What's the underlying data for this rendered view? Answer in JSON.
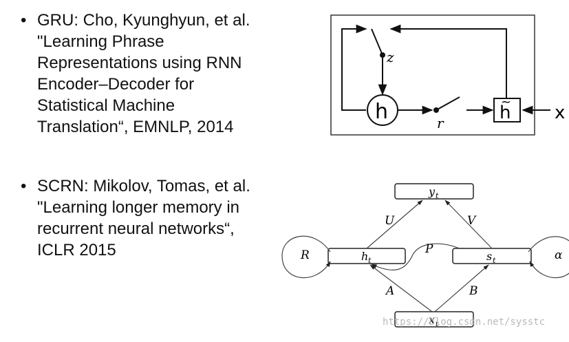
{
  "slide": {
    "bullet_glyph": "•",
    "items": [
      {
        "lines": [
          "GRU: Cho, Kyunghyun, et al.",
          "\"Learning Phrase",
          "Representations using RNN",
          "Encoder–Decoder for",
          "Statistical Machine",
          "Translation“, EMNLP, 2014"
        ]
      },
      {
        "lines": [
          "SCRN: Mikolov, Tomas, et al.",
          "\"Learning longer memory in",
          "recurrent neural networks“,",
          "ICLR 2015"
        ]
      }
    ]
  },
  "gru_diagram": {
    "labels": {
      "z": "z",
      "h": "h",
      "r": "r",
      "h_tilde": "h",
      "tilde": "~",
      "x": "x"
    }
  },
  "scrn_diagram": {
    "nodes": {
      "y": "y",
      "y_sub": "t",
      "h": "h",
      "h_sub": "t",
      "s": "s",
      "s_sub": "t",
      "x": "x",
      "x_sub": "t"
    },
    "edge_labels": {
      "U": "U",
      "V": "V",
      "P": "P",
      "A": "A",
      "B": "B",
      "R": "R",
      "alpha": "α"
    }
  },
  "watermark": "https://blog.csdn.net/sysstc"
}
